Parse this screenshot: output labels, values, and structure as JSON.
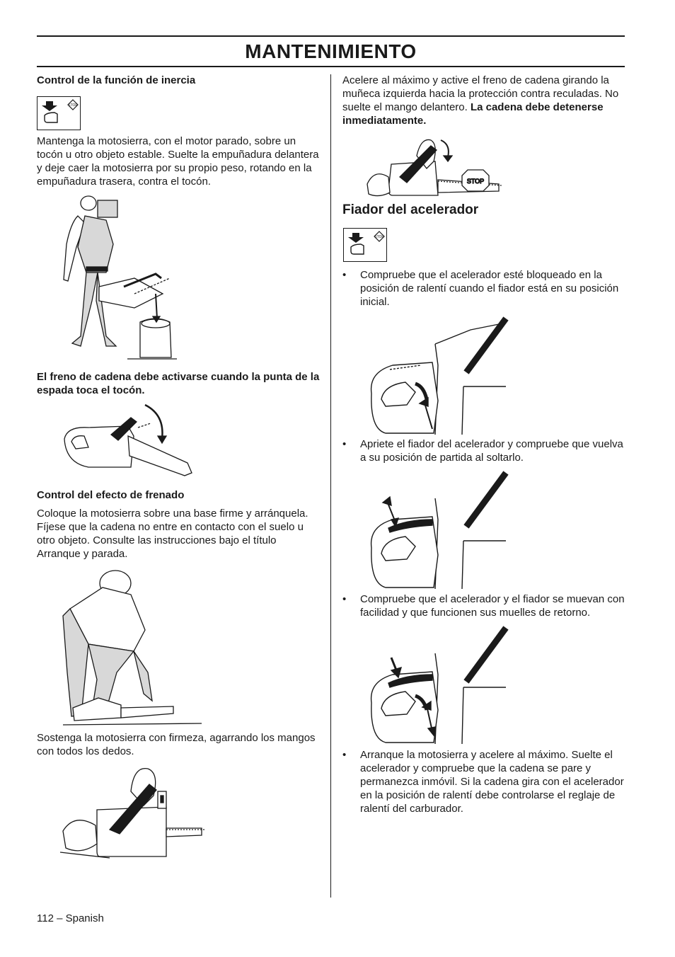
{
  "header": {
    "title": "MANTENIMIENTO"
  },
  "left": {
    "heading1": "Control de la función de inercia",
    "para1": "Mantenga la motosierra, con el motor parado, sobre un tocón u otro objeto estable. Suelte la empuñadura delantera y deje caer la motosierra por su propio peso, rotando en la empuñadura trasera, contra el tocón.",
    "para2": "El freno de cadena debe activarse cuando la punta de la espada toca el tocón.",
    "heading2": "Control del efecto de frenado",
    "para3": "Coloque la motosierra sobre una base firme y arránquela. Fíjese que la cadena no entre en contacto con el suelo u otro objeto. Consulte las instrucciones bajo el título Arranque y parada.",
    "para4": "Sostenga la motosierra con firmeza, agarrando los mangos con todos los dedos."
  },
  "right": {
    "para1_normal": "Acelere al máximo y active el freno de cadena girando la muñeca izquierda hacia la protección contra reculadas. No suelte el mango delantero. ",
    "para1_bold": "La cadena debe detenerse inmediatamente.",
    "heading": "Fiador del acelerador",
    "bullets": [
      "Compruebe que el acelerador esté bloqueado en la posición de ralentí cuando el fiador está en su posición inicial.",
      "Apriete el fiador del acelerador y compruebe que vuelva a su posición de partida al soltarlo.",
      "Compruebe que el acelerador y el fiador se muevan con facilidad y que funcionen sus muelles de retorno.",
      "Arranque la motosierra y acelere al máximo. Suelte el acelerador y compruebe que la cadena se pare y permanezca inmóvil. Si la cadena gira con el acelerador en la posición de ralentí debe controlarse el reglaje de ralentí del carburador."
    ],
    "bullet_char": "•"
  },
  "icons": {
    "stop_label": "STOP"
  },
  "footer": {
    "page": "112 – Spanish"
  }
}
